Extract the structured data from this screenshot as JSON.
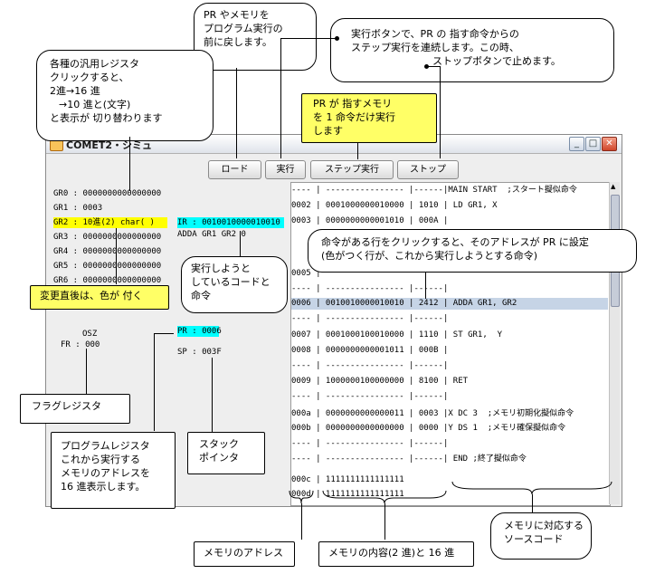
{
  "window": {
    "title": "COMET2・シミュ",
    "buttons": {
      "load": "ロード",
      "run": "実行",
      "step": "ステップ実行",
      "stop": "ストップ"
    },
    "controls": {
      "minimize": "_",
      "maximize": "□",
      "close": "✕"
    }
  },
  "registers": {
    "gr": [
      "GR0 : 0000000000000000",
      "GR1 : 0003",
      "GR2 : 10進(2) char( )",
      "GR3 : 0000000000000000",
      "GR4 : 0000000000000000",
      "GR5 : 0000000000000000",
      "GR6 : 0000000000000000"
    ],
    "highlight_color": "#ffff00",
    "ir_label": "IR : 0010010000010010",
    "ir_decoded": "ADDA GR1 GR2 0",
    "pr": "PR : 0006",
    "sp": "SP : 003F",
    "osz": "OSZ",
    "fr": "FR : 000",
    "cyan": "#00ffff"
  },
  "memory": {
    "rows": [
      "---- | ---------------- |------|MAIN START  ;スタート擬似命令",
      "0002 | 0001000000010000 | 1010 | LD GR1, X",
      "0003 | 0000000000001010 | 000A |",
      "",
      "",
      "0005 |",
      "---- | ---------------- |------|",
      "0006 | 0010010000010010 | 2412 | ADDA GR1, GR2",
      "---- | ---------------- |------|",
      "0007 | 0001000100010000 | 1110 | ST GR1,  Y",
      "0008 | 0000000000001011 | 000B |",
      "---- | ---------------- |------|",
      "0009 | 1000000100000000 | 8100 | RET",
      "---- | ---------------- |------|",
      "000a | 0000000000000011 | 0003 |X DC 3  ;メモリ初期化擬似命令",
      "000b | 0000000000000000 | 0000 |Y DS 1  ;メモリ確保擬似命令",
      "---- | ---------------- |------|",
      "---- | ---------------- |------| END ;終了擬似命令",
      "",
      "000c | 1111111111111111",
      "000d | 1111111111111111"
    ],
    "selected_row_color": "#c6d4e6"
  },
  "callouts": {
    "pr_reset": [
      "PR やメモリを",
      "プログラム実行の",
      "前に戻します。"
    ],
    "run_desc": [
      "実行ボタンで、PR の 指す命令からの",
      "ステップ実行を連続します。この時、",
      "ストップボタンで止めます。"
    ],
    "gr_desc": [
      "各種の汎用レジスタ",
      "クリックすると、",
      "2進→16 進",
      "→10 進と(文字)",
      "と表示が 切り替わります"
    ],
    "step_desc": [
      "PR が 指すメモリ",
      "を 1 命令だけ実行",
      "します"
    ],
    "row_click": [
      "命令がある行をクリックすると、そのアドレスが PR に設定",
      "(色がつく行が、これから実行しようとする命令)"
    ],
    "executing": [
      "実行しようと",
      "しているコードと",
      "命令"
    ],
    "changed": "変更直後は、色が 付く",
    "flag": "フラグレジスタ",
    "pr_desc": [
      "プログラムレジスタ",
      "これから実行する",
      "メモリのアドレスを",
      "16 進表示します。"
    ],
    "sp_desc": [
      "スタック",
      "ポインタ"
    ],
    "mem_addr": "メモリのアドレス",
    "mem_content": "メモリの内容(2 進)と 16 進",
    "source_code": [
      "メモリに対応する",
      "ソースコード"
    ]
  }
}
